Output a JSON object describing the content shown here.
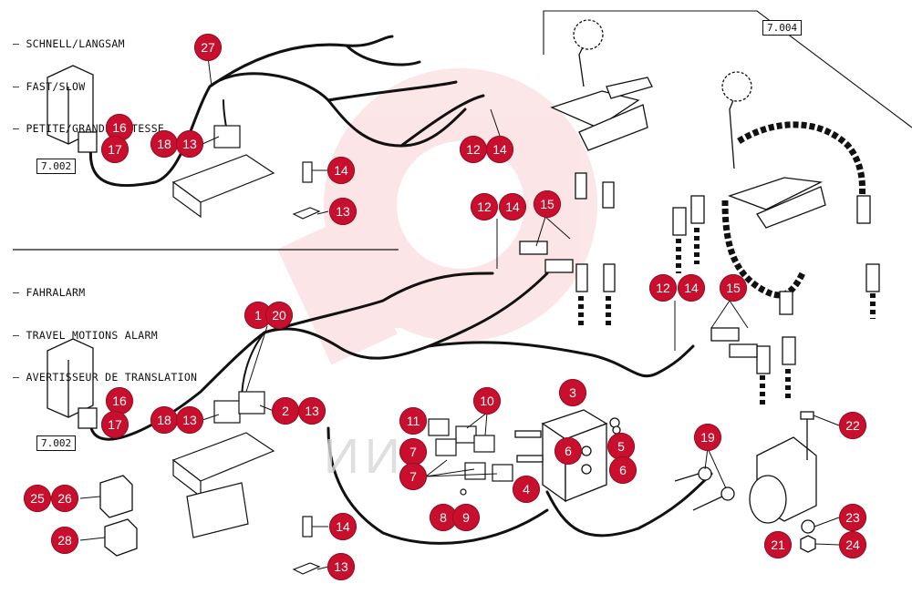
{
  "legend_top": {
    "lines": [
      "– SCHNELL/LANGSAM",
      "– FAST/SLOW",
      "– PETITE/GRANDE VITESSE"
    ]
  },
  "legend_mid": {
    "lines": [
      "– FAHRALARM",
      "– TRAVEL MOTIONS ALARM",
      "– AVERTISSEUR DE TRANSLATION"
    ]
  },
  "ref_boxes": {
    "top_valve": "7.002",
    "bottom_valve": "7.002",
    "pedals": "7.004"
  },
  "watermark": "ИИ",
  "colors": {
    "callout": "#c8102e",
    "line": "#111111",
    "watermark": "#f4b6bd"
  },
  "callouts": [
    {
      "name": "callout-27",
      "label": "27"
    },
    {
      "name": "callout-16-top",
      "label": "16"
    },
    {
      "name": "callout-17-top",
      "label": "17"
    },
    {
      "name": "callout-18-top",
      "label": "18"
    },
    {
      "name": "callout-13-top",
      "label": "13"
    },
    {
      "name": "callout-14-top",
      "label": "14"
    },
    {
      "name": "callout-13-top-lug",
      "label": "13"
    },
    {
      "name": "callout-12-top",
      "label": "12"
    },
    {
      "name": "callout-14-top-right",
      "label": "14"
    },
    {
      "name": "callout-12-mid",
      "label": "12"
    },
    {
      "name": "callout-14-mid",
      "label": "14"
    },
    {
      "name": "callout-15-mid",
      "label": "15"
    },
    {
      "name": "callout-12-right",
      "label": "12"
    },
    {
      "name": "callout-14-right",
      "label": "14"
    },
    {
      "name": "callout-15-right",
      "label": "15"
    },
    {
      "name": "callout-1",
      "label": "1"
    },
    {
      "name": "callout-20",
      "label": "20"
    },
    {
      "name": "callout-16-bottom",
      "label": "16"
    },
    {
      "name": "callout-17-bottom",
      "label": "17"
    },
    {
      "name": "callout-18-bottom",
      "label": "18"
    },
    {
      "name": "callout-13-bottom",
      "label": "13"
    },
    {
      "name": "callout-2",
      "label": "2"
    },
    {
      "name": "callout-13-bottom-right",
      "label": "13"
    },
    {
      "name": "callout-10",
      "label": "10"
    },
    {
      "name": "callout-11",
      "label": "11"
    },
    {
      "name": "callout-7-a",
      "label": "7"
    },
    {
      "name": "callout-7-b",
      "label": "7"
    },
    {
      "name": "callout-8",
      "label": "8"
    },
    {
      "name": "callout-9",
      "label": "9"
    },
    {
      "name": "callout-3",
      "label": "3"
    },
    {
      "name": "callout-6-a",
      "label": "6"
    },
    {
      "name": "callout-5",
      "label": "5"
    },
    {
      "name": "callout-6-b",
      "label": "6"
    },
    {
      "name": "callout-4",
      "label": "4"
    },
    {
      "name": "callout-19",
      "label": "19"
    },
    {
      "name": "callout-22",
      "label": "22"
    },
    {
      "name": "callout-23",
      "label": "23"
    },
    {
      "name": "callout-21",
      "label": "21"
    },
    {
      "name": "callout-24",
      "label": "24"
    },
    {
      "name": "callout-25",
      "label": "25"
    },
    {
      "name": "callout-26",
      "label": "26"
    },
    {
      "name": "callout-28",
      "label": "28"
    },
    {
      "name": "callout-14-bottom",
      "label": "14"
    },
    {
      "name": "callout-13-bottom-lug",
      "label": "13"
    }
  ]
}
